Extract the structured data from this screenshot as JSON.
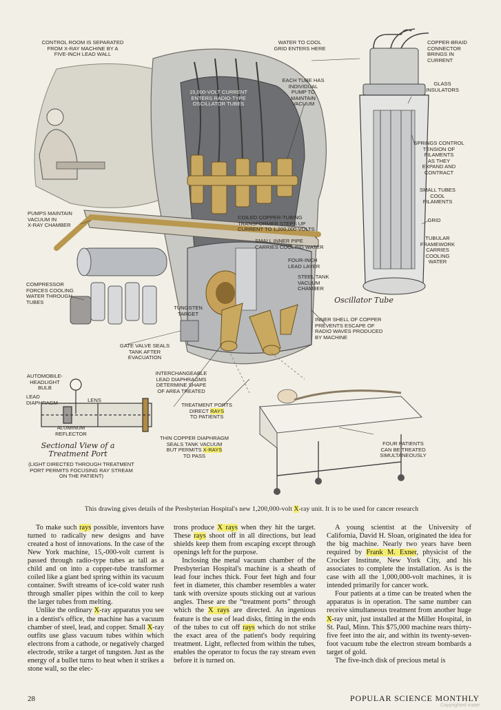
{
  "labels": {
    "control_room": "CONTROL ROOM IS SEPARATED\nFROM X-RAY MACHINE BY A\nFIVE-INCH LEAD WALL",
    "water_to_cool": "WATER TO COOL\nGRID ENTERS HERE",
    "copper_braid": "COPPER-BRAID\nCONNECTOR\nBRINGS IN\nCURRENT",
    "volt_current": "15,000-VOLT CURRENT\nENTERS RADIO-TYPE\nOSCILLATOR TUBES",
    "each_tube": "EACH TUBE HAS\nINDIVIDUAL\nPUMP TO\nMAINTAIN\nVACUUM",
    "glass_insulators": "GLASS\nINSULATORS",
    "springs_control": "SPRINGS CONTROL\nTENSION OF\nFILAMENTS\nAS THEY\nEXPAND AND\nCONTRACT",
    "small_tubes": "SMALL TUBES\nCOOL\nFILAMENTS",
    "grid": "GRID",
    "tubular_framework": "TUBULAR\nFRAMEWORK\nCARRIES\nCOOLING\nWATER",
    "pumps_maintain": "PUMPS MAINTAIN\nVACUUM IN\nX-RAY CHAMBER",
    "coiled_copper": "COILED COPPER-TUBING\nTRANSFORMER STEPS UP\nCURRENT TO 1,200,000 VOLTS",
    "small_inner_pipe": "SMALL INNER PIPE\nCARRIES COOLING WATER",
    "four_inch_lead": "FOUR-INCH\nLEAD LAYER",
    "steel_tank": "STEEL TANK\nVACUUM\nCHAMBER",
    "oscillator_tube": "Oscillator Tube",
    "compressor": "COMPRESSOR\nFORCES COOLING\nWATER THROUGH\nTUBES",
    "tungsten_target": "TUNGSTEN\nTARGET",
    "inner_shell": "INNER SHELL OF COPPER\nPREVENTS ESCAPE OF\nRADIO WAVES PRODUCED\nBY MACHINE",
    "gate_valve": "GATE VALVE SEALS\nTANK AFTER\nEVACUATION",
    "automobile_headlight": "AUTOMOBILE-\nHEADLIGHT\nBULB",
    "lead_diaphragm": "LEAD\nDIAPHRAGM",
    "lens": "LENS",
    "interchangeable": "INTERCHANGEABLE\nLEAD DIAPHRAGMS\nDETERMINE SHAPE\nOF AREA TREATED",
    "treatment_ports_pre": "TREATMENT PORTS\nDIRECT ",
    "treatment_ports_rays": "RAYS",
    "treatment_ports_post": "\nTO PATIENTS",
    "aluminum_reflector": "ALUMINUM\nREFLECTOR",
    "sectional_view": "Sectional View of a\nTreatment Port",
    "light_directed": "(LIGHT DIRECTED THROUGH TREATMENT\nPORT PERMITS FOCUSING RAY STREAM\nON THE PATIENT)",
    "thin_copper_pre": "THIN COPPER DIAPHRAGM\nSEALS TANK VACUUM\nBUT PERMITS ",
    "thin_copper_rays": "X-RAYS",
    "thin_copper_post": "\nTO PASS",
    "four_patients": "FOUR PATIENTS\nCAN BE TREATED\nSIMULTANEOUSLY"
  },
  "caption": {
    "pre": "This drawing gives details of the Presbyterian Hospital's new 1,200,000-volt ",
    "x": "X",
    "post": "-ray unit. It is to be used for cancer research"
  },
  "columns": [
    [
      [
        "To make such ",
        {
          "hl": "rays"
        },
        " possible, inventors have turned to radically new designs and have created a host of innovations. In the case of the New York machine, 15,-000-volt current is passed through radio-type tubes as tall as a child and on into a copper-tube transformer coiled like a giant bed spring within its vacuum container. Swift streams of ice-cold water rush through smaller pipes within the coil to keep the larger tubes from melting."
      ],
      [
        "Unlike the ordinary ",
        {
          "hl": "X"
        },
        "-ray apparatus you see in a dentist's office, the machine has a vacuum chamber of steel, lead, and copper. Small ",
        {
          "hl": "X"
        },
        "-ray outfits use glass vacuum tubes within which electrons from a cathode, or negatively charged electrode, strike a target of tungsten. Just as the energy of a bullet turns to heat when it strikes a stone wall, so the elec-"
      ]
    ],
    [
      [
        "trons produce ",
        {
          "hl": "X rays"
        },
        " when they hit the target. These ",
        {
          "hl": "rays"
        },
        " shoot off in all directions, but lead shields keep them from escaping except through openings left for the purpose."
      ],
      [
        "Inclosing the metal vacuum chamber of the Presbyterian Hospital's machine is a sheath of lead four inches thick. Four feet high and four feet in diameter, this chamber resembles a water tank with oversize spouts sticking out at various angles. These are the “treatment ports” through which the ",
        {
          "hl": "X rays"
        },
        " are directed. An ingenious feature is the use of lead disks, fitting in the ends of the tubes to cut off ",
        {
          "hl": "rays"
        },
        " which do not strike the exact area of the patient's body requiring treatment. Light, reflected from within the tubes, enables the operator to focus the ray stream even before it is turned on."
      ]
    ],
    [
      [
        "A young scientist at the University of California, David H. Sloan, originated the idea for the big machine. Nearly two years have been required by ",
        {
          "hl": "Frank M. Exner"
        },
        ", physicist of the Crocker Institute, New York City, and his associates to complete the installation. As is the case with all the 1,000,000-volt machines, it is intended primarily for cancer work."
      ],
      [
        "Four patients at a time can be treated when the apparatus is in operation. The same number can receive simultaneous treatment from another huge ",
        {
          "hl": "X"
        },
        "-ray unit, just installed at the Miller Hospital, in St. Paul, Minn. This $75,000 machine rears thirty-five feet into the air, and within its twenty-seven-foot vacuum tube the electron stream bombards a target of gold."
      ],
      [
        "The five-inch disk of precious metal is"
      ]
    ]
  ],
  "footer": {
    "page_number": "28",
    "magazine": "POPULAR SCIENCE MONTHLY"
  },
  "watermark": "Copyrighted mater",
  "colors": {
    "paper": "#f2efe6",
    "highlight": "#f4ee70",
    "brass": "#c9a860",
    "steel": "#b9bcc0"
  }
}
